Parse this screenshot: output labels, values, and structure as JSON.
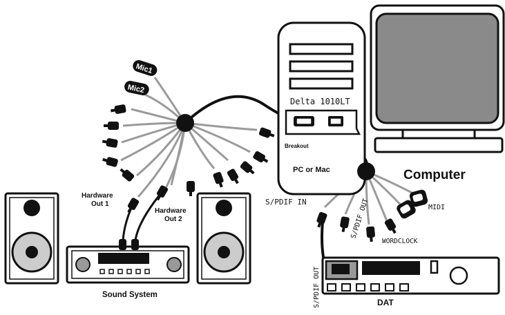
{
  "labels": {
    "mic1": "Mic1",
    "mic2": "Mic2",
    "hardware_out_1": [
      "Hardware",
      "Out 1"
    ],
    "hardware_out_2": [
      "Hardware",
      "Out 2"
    ],
    "sound_system": "Sound System",
    "card": "Delta 1010LT",
    "breakout": "Breakout",
    "pc_or_mac": "PC or Mac",
    "computer": "Computer",
    "spdif_in": "S/PDIF IN",
    "spdif_out_cable": "S/PDIF OUT",
    "spdif_out_dat": "S/PDIF OUT",
    "midi": "MIDI",
    "wordclock": "WORDCLOCK",
    "dat": "DAT"
  }
}
